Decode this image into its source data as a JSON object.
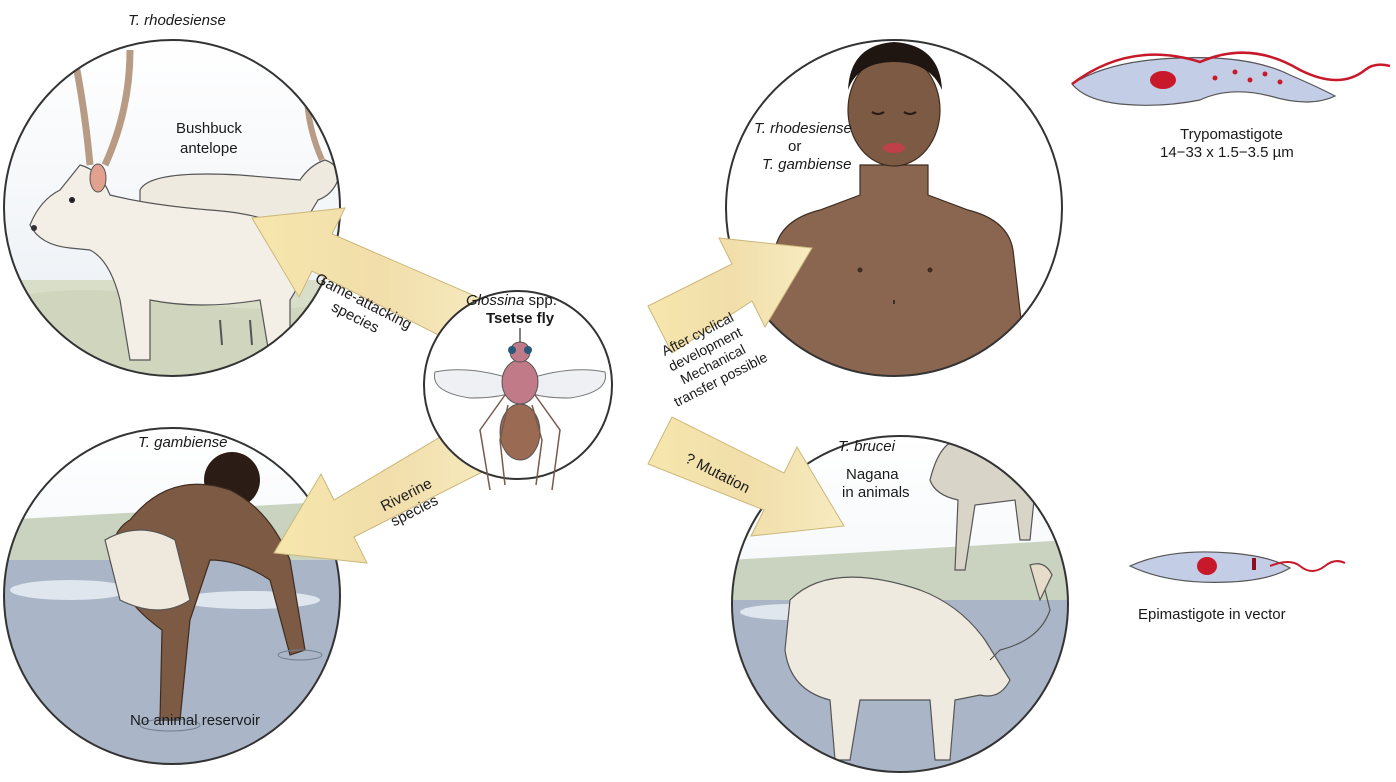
{
  "scenes": {
    "top_left": {
      "species": "T. rhodesiense",
      "animal_label_line1": "Bushbuck",
      "animal_label_line2": "antelope"
    },
    "top_right": {
      "species_line1": "T. rhodesiense",
      "connector": "or",
      "species_line2": "T. gambiense"
    },
    "bottom_left": {
      "species": "T. gambiense",
      "caption": "No animal reservoir"
    },
    "bottom_right": {
      "species": "T. brucei",
      "label_line1": "Nagana",
      "label_line2": "in animals"
    }
  },
  "center": {
    "genus": "Glossina",
    "genus_suffix": "spp.",
    "common_name": "Tsetse fly"
  },
  "arrows": {
    "top_left_line1": "Game-attacking",
    "top_left_line2": "species",
    "top_right_line1": "After cyclical",
    "top_right_line2": "development",
    "top_right_line3": "Mechanical",
    "top_right_line4": "transfer possible",
    "bottom_left_line1": "Riverine",
    "bottom_left_line2": "species",
    "bottom_right": "? Mutation"
  },
  "parasites": {
    "trypomastigote_name": "Trypomastigote",
    "trypomastigote_size": "14−33 x 1.5−3.5 µm",
    "epimastigote_name": "Epimastigote in vector"
  },
  "colors": {
    "arrow_fill": "#f3e3a6",
    "circle_stroke": "#333333",
    "water": "#aab6c8",
    "skin": "#7d5a44",
    "parasite_body": "#bcc6e2",
    "nucleus": "#cc1a1a"
  }
}
